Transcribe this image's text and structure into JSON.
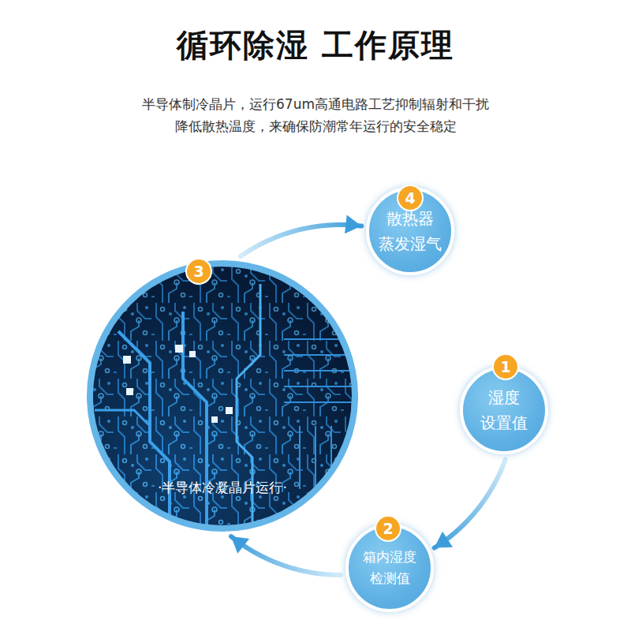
{
  "diagram": {
    "title": "循环除湿 工作原理",
    "nodes": [
      {
        "text": [
          "湿度 设置值"
        ]
      },
      {
        "text": [
          "箱内湿度 检测值"
        ]
      },
      {
        "text": [
          "·半导体冷凝晶片运行·"
        ]
      },
      {
        "text": [
          "散热器 蒸发湿气"
        ]
      }
    ],
    "edges": [
      {
        "from": 0,
        "to": 1,
        "arrow": "to"
      },
      {
        "from": 1,
        "to": 2,
        "arrow": "to"
      },
      {
        "from": 2,
        "to": 3,
        "arrow": "to"
      }
    ],
    "labels": [
      "半导体制冷晶片，运行67um高通电路工艺抑制辐射和干扰 降低散热温度，来确保防潮常年运行的安全稳定",
      "1",
      "2",
      "3",
      "4"
    ]
  }
}
